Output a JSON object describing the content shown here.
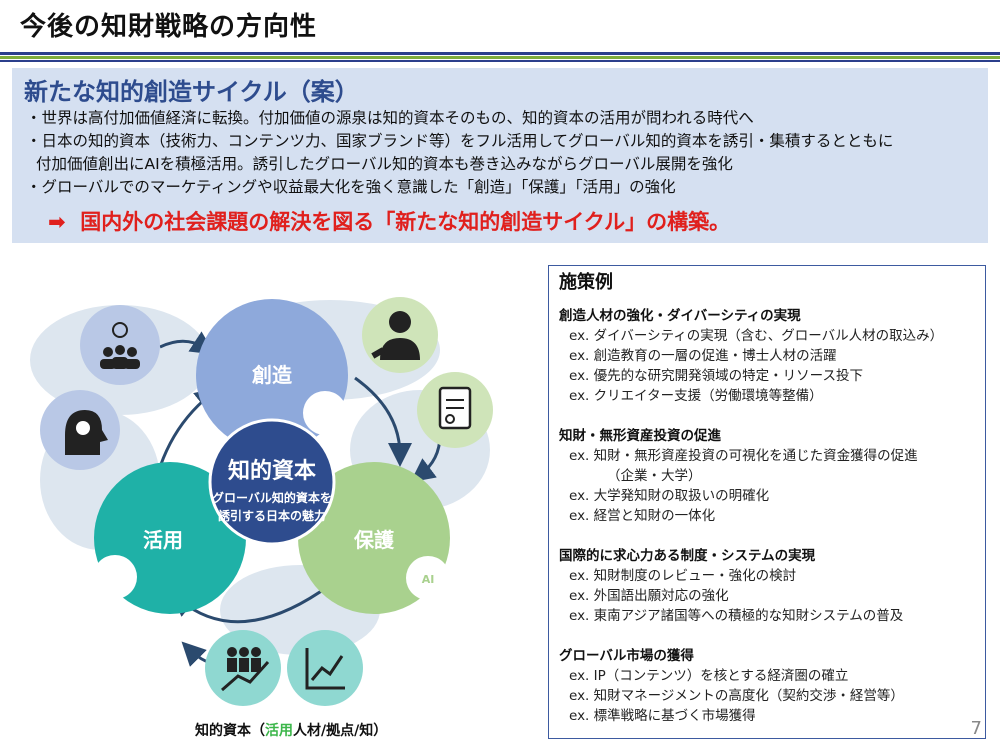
{
  "title": "今後の知財戦略の方向性",
  "summary": {
    "heading": "新たな知的創造サイクル（案）",
    "bullets": [
      "・世界は高付加価値経済に転換。付加価値の源泉は知的資本そのもの、知的資本の活用が問われる時代へ",
      "・日本の知的資本（技術力、コンテンツ力、国家ブランド等）をフル活用してグローバル知的資本を誘引・集積するとともに",
      "付加価値創出にAIを積極活用。誘引したグローバル知的資本も巻き込みながらグローバル展開を強化",
      "・グローバルでのマーケティングや収益最大化を強く意識した「創造」「保護」「活用」の強化"
    ],
    "arrow": "➡",
    "conclusion": "国内外の社会課題の解決を図る「新たな知的創造サイクル」の構築。"
  },
  "diagram": {
    "create": "創造",
    "protect": "保護",
    "use": "活用",
    "center_title": "知的資本",
    "center_sub1": "グローバル知的資本を",
    "center_sub2": "誘引する日本の魅力",
    "ai": "AI",
    "colors": {
      "create": "#8ea9db",
      "protect": "#a9d18e",
      "use": "#1fb1a7",
      "center": "#2e4c8e",
      "arrow": "#2b4a6e"
    }
  },
  "caption": {
    "pre": "知的資本（",
    "hl": "活用",
    "post": "人材/拠点/知）"
  },
  "measures": {
    "heading": "施策例",
    "sections": [
      {
        "title": "創造人材の強化・ダイバーシティの実現",
        "items": [
          "ex. ダイバーシティの実現（含む、グローバル人材の取込み）",
          "ex. 創造教育の一層の促進・博士人材の活躍",
          "ex. 優先的な研究開発領域の特定・リソース投下",
          "ex. クリエイター支援（労働環境等整備）"
        ]
      },
      {
        "title": "知財・無形資産投資の促進",
        "items": [
          "ex. 知財・無形資産投資の可視化を通じた資金獲得の促進",
          "（企業・大学）",
          "ex. 大学発知財の取扱いの明確化",
          "ex. 経営と知財の一体化"
        ]
      },
      {
        "title": "国際的に求心力ある制度・システムの実現",
        "items": [
          "ex. 知財制度のレビュー・強化の検討",
          "ex. 外国語出願対応の強化",
          "ex. 東南アジア諸国等への積極的な知財システムの普及"
        ]
      },
      {
        "title": "グローバル市場の獲得",
        "items": [
          "ex. IP（コンテンツ）を核とする経済圏の確立",
          "ex. 知財マネージメントの高度化（契約交渉・経営等）",
          "ex. 標準戦略に基づく市場獲得"
        ]
      }
    ]
  },
  "page_number": "7"
}
